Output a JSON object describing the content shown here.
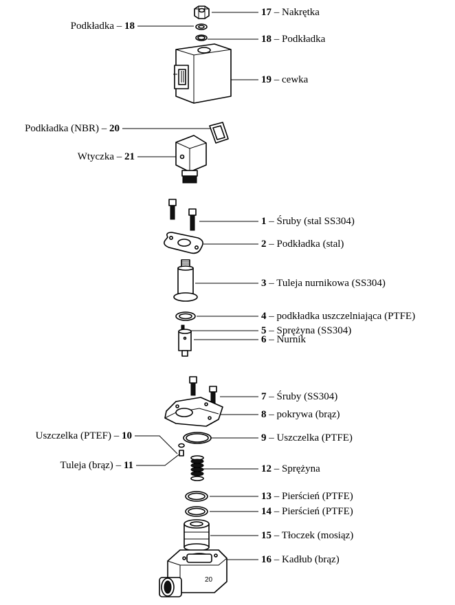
{
  "callouts": [
    {
      "id": "17",
      "num": "17",
      "sep": " – ",
      "text": "Nakrętka"
    },
    {
      "id": "18r",
      "num": "18",
      "sep": " – ",
      "text": "Podkładka"
    },
    {
      "id": "19",
      "num": "19",
      "sep": " – ",
      "text": "cewka"
    },
    {
      "id": "1",
      "num": "1",
      "sep": " – ",
      "text": "Śruby (stal SS304)"
    },
    {
      "id": "2",
      "num": "2",
      "sep": " – ",
      "text": "Podkładka (stal)"
    },
    {
      "id": "3",
      "num": "3",
      "sep": " – ",
      "text": "Tuleja nurnikowa (SS304)"
    },
    {
      "id": "4",
      "num": "4",
      "sep": " – ",
      "text": "podkładka uszczelniająca (PTFE)"
    },
    {
      "id": "5",
      "num": "5",
      "sep": " – ",
      "text": "Sprężyna (SS304)"
    },
    {
      "id": "6",
      "num": "6",
      "sep": " – ",
      "text": "Nurnik"
    },
    {
      "id": "7",
      "num": "7",
      "sep": " – ",
      "text": "Śruby (SS304)"
    },
    {
      "id": "8",
      "num": "8",
      "sep": " – ",
      "text": "pokrywa (brąz)"
    },
    {
      "id": "9",
      "num": "9",
      "sep": " – ",
      "text": "Uszczelka (PTFE)"
    },
    {
      "id": "12",
      "num": "12",
      "sep": " – ",
      "text": "Sprężyna"
    },
    {
      "id": "13",
      "num": "13",
      "sep": " – ",
      "text": "Pierścień (PTFE)"
    },
    {
      "id": "14",
      "num": "14",
      "sep": " – ",
      "text": "Pierścień (PTFE)"
    },
    {
      "id": "15",
      "num": "15",
      "sep": " – ",
      "text": "Tłoczek (mosiąz)"
    },
    {
      "id": "16",
      "num": "16",
      "sep": " – ",
      "text": "Kadłub (brąz)"
    }
  ],
  "left_callouts": [
    {
      "id": "18l",
      "text": "Podkładka",
      "sep": " – ",
      "num": "18"
    },
    {
      "id": "20",
      "text": "Podkładka (NBR)",
      "sep": " – ",
      "num": "20"
    },
    {
      "id": "21",
      "text": "Wtyczka",
      "sep": " – ",
      "num": "21"
    },
    {
      "id": "10",
      "text": "Uszczelka (PTEF)",
      "sep": " – ",
      "num": "10"
    },
    {
      "id": "11",
      "text": "Tuleja (brąz)",
      "sep": " – ",
      "num": "11"
    }
  ],
  "body_marking": "20"
}
